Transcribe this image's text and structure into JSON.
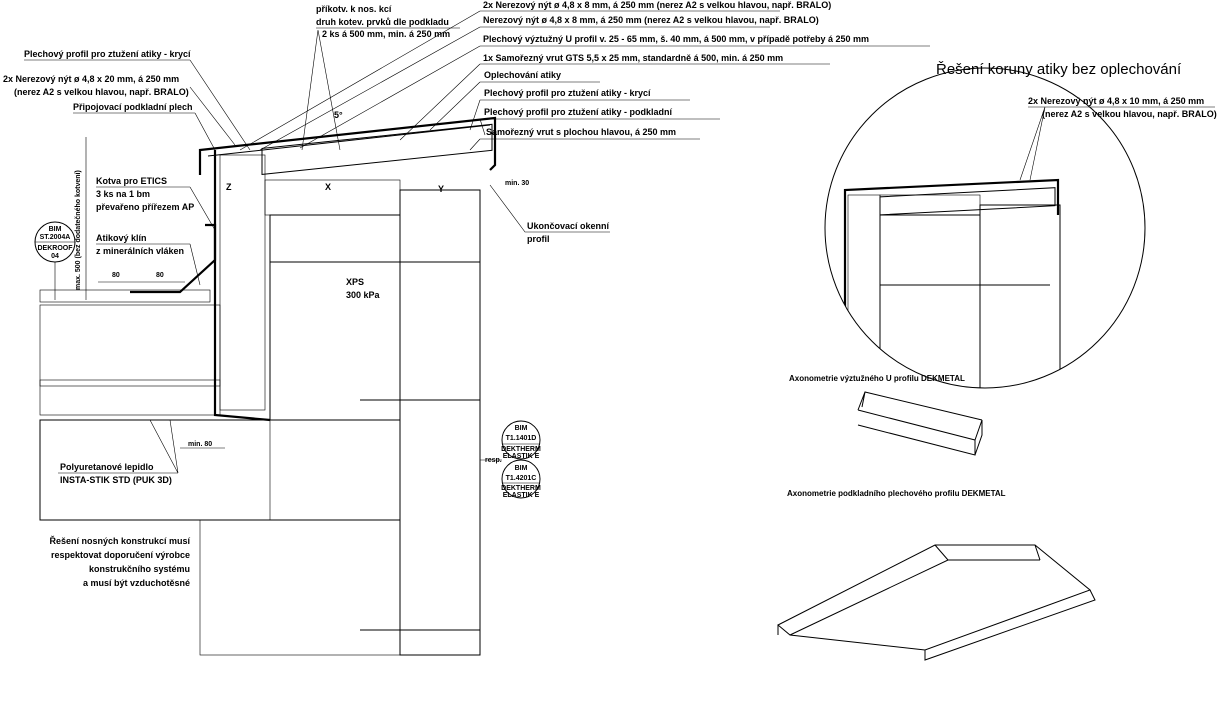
{
  "top_labels": [
    "příkotv. k nos. kcí",
    "druh kotev. prvků dle podkladu",
    "2 ks á 500 mm, min. á 250 mm"
  ],
  "right_labels": [
    "2x Nerezový nýt ø 4,8 x 8 mm, á 250 mm (nerez A2 s velkou hlavou, např. BRALO)",
    "Nerezový nýt ø 4,8 x 8 mm, á 250 mm (nerez A2 s velkou hlavou, např. BRALO)",
    "Plechový výztužný U profil v. 25 - 65 mm, š. 40 mm, á 500 mm, v případě potřeby á 250 mm",
    "1x Samořezný vrut GTS 5,5 x 25 mm, standardně á 500, min. á 250 mm",
    "Oplechování atiky",
    "Plechový profil pro ztužení atiky - krycí",
    "Plechový profil pro ztužení atiky - podkladní",
    "Samořezný vrut s plochou hlavou, á 250 mm"
  ],
  "left_labels": {
    "cover_profile": "Plechový profil pro ztužení atiky - krycí",
    "rivet_line1": "2x Nerezový nýt ø 4,8 x 20 mm, á 250 mm",
    "rivet_line2": "(nerez A2 s velkou hlavou, např. BRALO)",
    "base_sheet": "Připojovací podkladní plech",
    "anchor_line1": "Kotva pro ETICS",
    "anchor_line2": "3 ks na 1 bm",
    "anchor_line3": "převařeno přířezem AP",
    "wedge_line1": "Atikový klín",
    "wedge_line2": "z minerálních vláken",
    "dim_vertical": "max. 500 (bez dodatečného kotvení)",
    "dim_80a": "80",
    "dim_80b": "80",
    "adhesive_line1": "Polyuretanové lepidlo",
    "adhesive_line2": "INSTA-STIK STD (PUK 3D)",
    "min80": "min. 80",
    "note": [
      "Řešení nosných konstrukcí musí",
      "respektovat doporučení výrobce",
      "konstrukčního systému",
      "a musí být vzduchotěsné"
    ]
  },
  "marks": {
    "angle": "5°",
    "z": "Z",
    "x": "X",
    "y": "Y",
    "min30": "min. 30",
    "xps1": "XPS",
    "xps2": "300 kPa",
    "end_profile1": "Ukončovací okenní",
    "end_profile2": "profil",
    "resp": "resp."
  },
  "badges": [
    {
      "l1": "BIM",
      "l2": "ST.2004A",
      "l3": "DEKROOF",
      "l4": "04"
    },
    {
      "l1": "BIM",
      "l2": "T1.1401D",
      "l3": "DEKTHERM",
      "l4": "ELASTIK E"
    },
    {
      "l1": "BIM",
      "l2": "T1.4201C",
      "l3": "DEKTHERM",
      "l4": "ELASTIK E"
    }
  ],
  "detail": {
    "title": "Řešení koruny atiky bez oplechování",
    "rivet1": "2x Nerezový nýt ø 4,8 x 10 mm, á 250 mm",
    "rivet2": "(nerez A2 s velkou hlavou, např. BRALO)"
  },
  "axonometry": {
    "u_profile": "Axonometrie výztužného U profilu DEKMETAL",
    "base_profile": "Axonometrie podkladního plechového profilu DEKMETAL"
  }
}
